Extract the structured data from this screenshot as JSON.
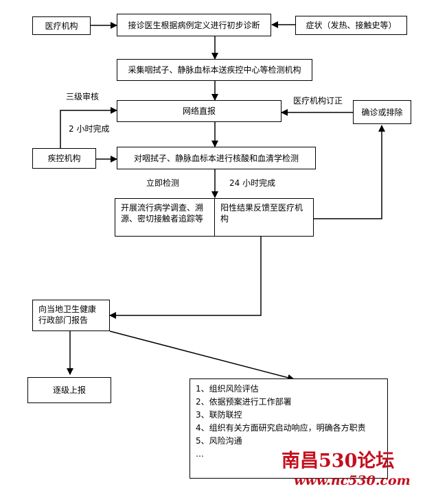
{
  "nodes": {
    "medical_institution": "医疗机构",
    "initial_diagnosis": "接诊医生根据病例定义进行初步诊断",
    "symptoms": "症状（发热、接触史等）",
    "sample_collection": "采集咽拭子、静脉血标本送疾控中心等检测机构",
    "network_report": "网络直报",
    "confirm_or_exclude": "确诊或排除",
    "cdc": "疾控机构",
    "nucleic_serology_test": "对咽拭子、静脉血标本进行核酸和血清学检测",
    "epidemiology_survey": "开展流行病学调查、溯源、密切接触者追踪等",
    "positive_feedback": "阳性结果反馈至医疗机构",
    "report_health_dept": "向当地卫生健康行政部门报告",
    "report_upward": "逐级上报"
  },
  "edge_labels": {
    "three_level_review": "三级审核",
    "two_hours": "2 小时完成",
    "medical_correction": "医疗机构订正",
    "immediate_test": "立即检测",
    "within_24h": "24 小时完成"
  },
  "actions": [
    "1、组织风险评估",
    "2、依据预案进行工作部署",
    "3、联防联控",
    "4、组织有关方面研究启动响应，明确各方职责",
    "5、风险沟通",
    "…"
  ],
  "watermark": {
    "name": "南昌530论坛",
    "url": "www.nc530.com"
  }
}
